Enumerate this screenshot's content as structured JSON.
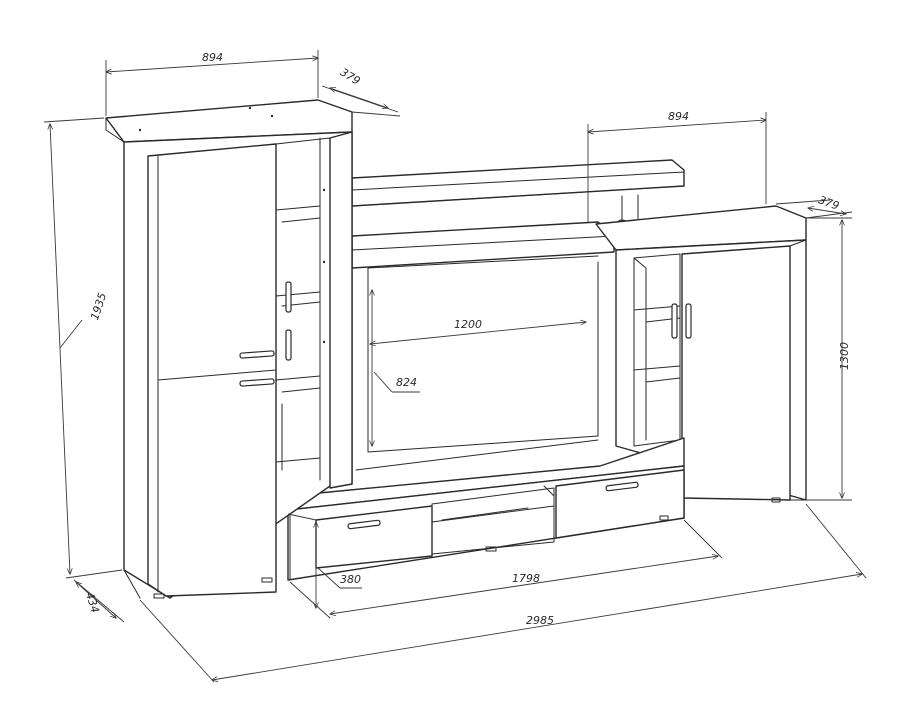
{
  "dimensions": {
    "left_width": "894",
    "left_depth": "379",
    "right_width": "894",
    "right_depth": "379",
    "total_height": "1935",
    "right_height": "1300",
    "niche_width": "1200",
    "niche_height": "824",
    "base_depth": "434",
    "drawer_height": "380",
    "tv_stand_width": "1798",
    "total_width": "2985"
  },
  "colors": {
    "line": "#2a2a2a",
    "background": "#ffffff"
  }
}
